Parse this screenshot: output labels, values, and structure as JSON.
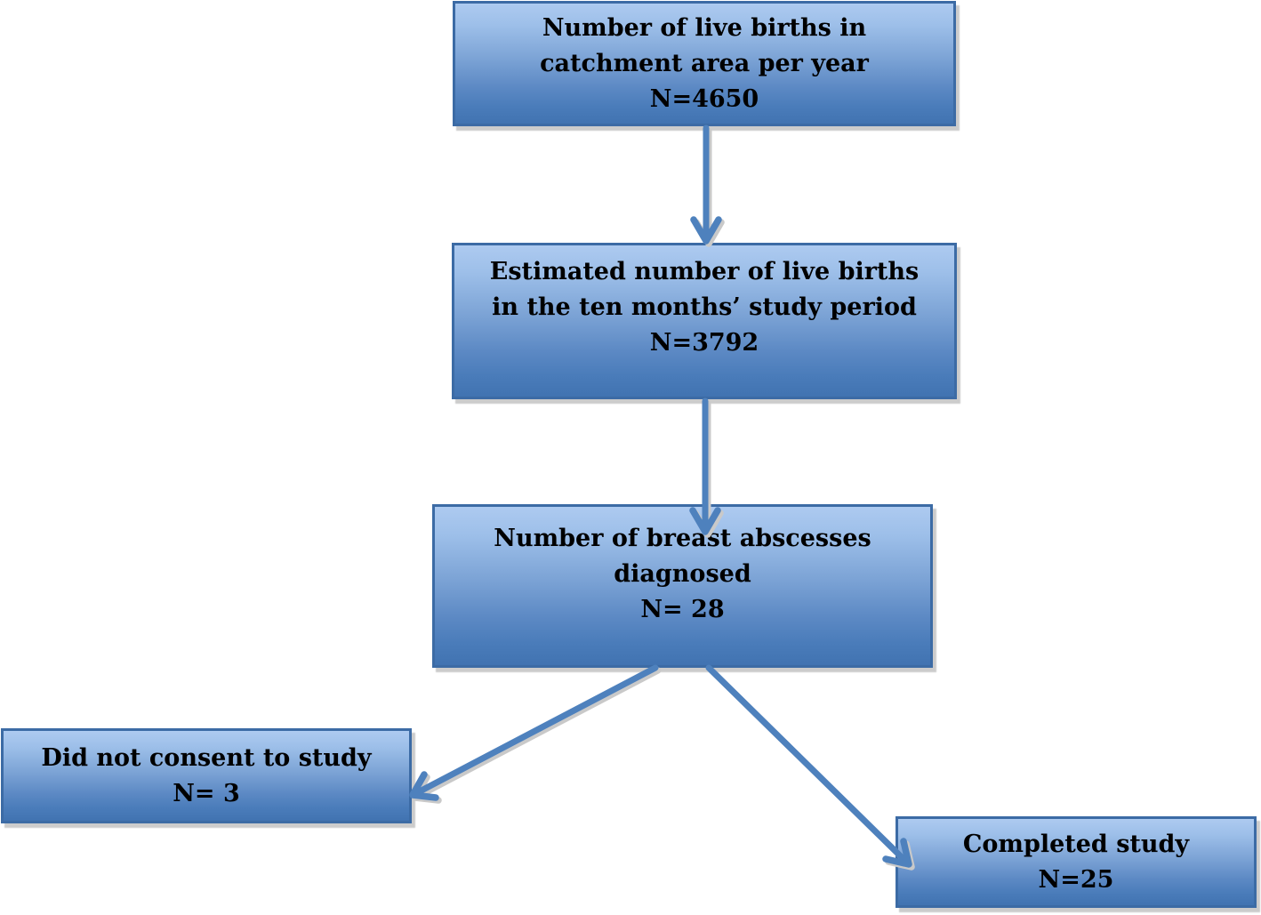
{
  "colors": {
    "box_border": "#3c6ba5",
    "box_gradient_top": "#adcaf0",
    "box_gradient_bottom": "#4173b1",
    "arrow": "#4e81bd",
    "text": "#000000",
    "background": "#ffffff"
  },
  "flowchart": {
    "nodes": [
      {
        "id": "live-births-per-year",
        "lines": [
          "Number of live births in",
          "catchment area per year",
          "N=4650"
        ]
      },
      {
        "id": "live-births-study-period",
        "lines": [
          "Estimated number of live births",
          "in the ten months’ study period",
          "N=3792"
        ]
      },
      {
        "id": "breast-abscesses-diagnosed",
        "lines": [
          "Number of breast abscesses",
          "diagnosed",
          "N= 28"
        ]
      },
      {
        "id": "did-not-consent",
        "lines": [
          "Did not consent to study",
          "N= 3"
        ]
      },
      {
        "id": "completed-study",
        "lines": [
          "Completed study",
          "N=25"
        ]
      }
    ],
    "edges": [
      {
        "from": "live-births-per-year",
        "to": "live-births-study-period"
      },
      {
        "from": "live-births-study-period",
        "to": "breast-abscesses-diagnosed"
      },
      {
        "from": "breast-abscesses-diagnosed",
        "to": "did-not-consent"
      },
      {
        "from": "breast-abscesses-diagnosed",
        "to": "completed-study"
      }
    ]
  }
}
